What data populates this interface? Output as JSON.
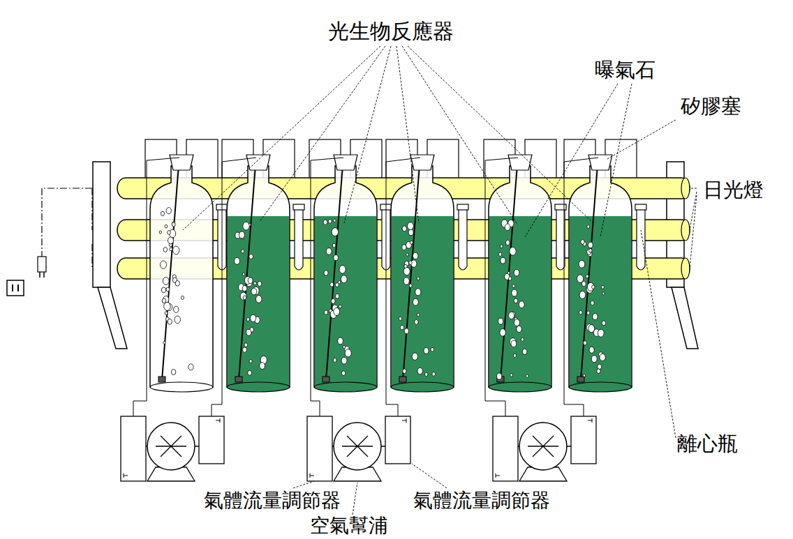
{
  "diagram": {
    "labels": [
      "光生物反應器",
      "曝氣石",
      "矽膠塞",
      "日光燈",
      "離心瓶",
      "氣體流量調節器",
      "氣體流量調節器",
      "空氣幫浦"
    ]
  }
}
